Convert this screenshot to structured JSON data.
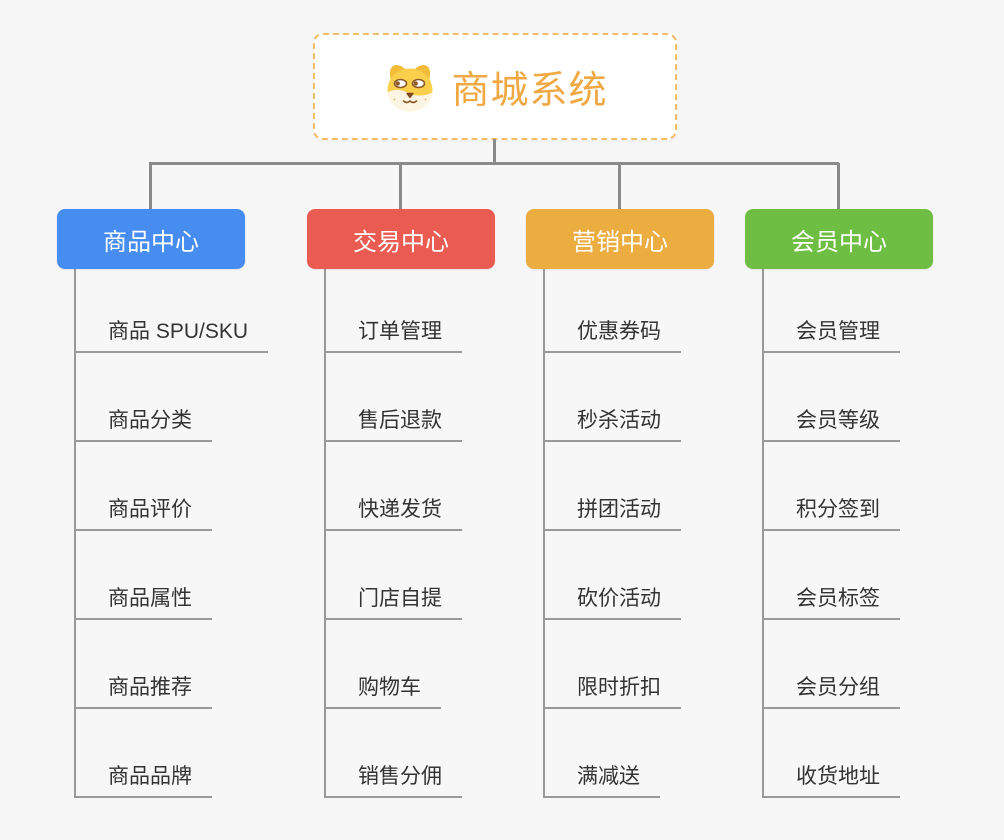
{
  "page": {
    "background": "#F7F7F7",
    "connector_color": "#8A8A8A",
    "leaf_line_color": "#999999",
    "leaf_text_color": "#333333"
  },
  "root": {
    "title": "商城系统",
    "icon": "shiba-dog-icon",
    "text_color": "#F0A843",
    "border_color": "#F2BD68",
    "background": "#FFFFFF",
    "icon_colors": {
      "head": "#F9CF4B",
      "ear": "#F2BC38",
      "muzzle": "#FCF5E4",
      "feature": "#8C5A26"
    }
  },
  "branches": [
    {
      "label": "商品中心",
      "color": "#478CEF",
      "items": [
        "商品 SPU/SKU",
        "商品分类",
        "商品评价",
        "商品属性",
        "商品推荐",
        "商品品牌"
      ]
    },
    {
      "label": "交易中心",
      "color": "#EA5B52",
      "items": [
        "订单管理",
        "售后退款",
        "快递发货",
        "门店自提",
        "购物车",
        "销售分佣"
      ]
    },
    {
      "label": "营销中心",
      "color": "#EBAC40",
      "items": [
        "优惠券码",
        "秒杀活动",
        "拼团活动",
        "砍价活动",
        "限时折扣",
        "满减送"
      ]
    },
    {
      "label": "会员中心",
      "color": "#6FBE44",
      "items": [
        "会员管理",
        "会员等级",
        "积分签到",
        "会员标签",
        "会员分组",
        "收货地址"
      ]
    }
  ]
}
